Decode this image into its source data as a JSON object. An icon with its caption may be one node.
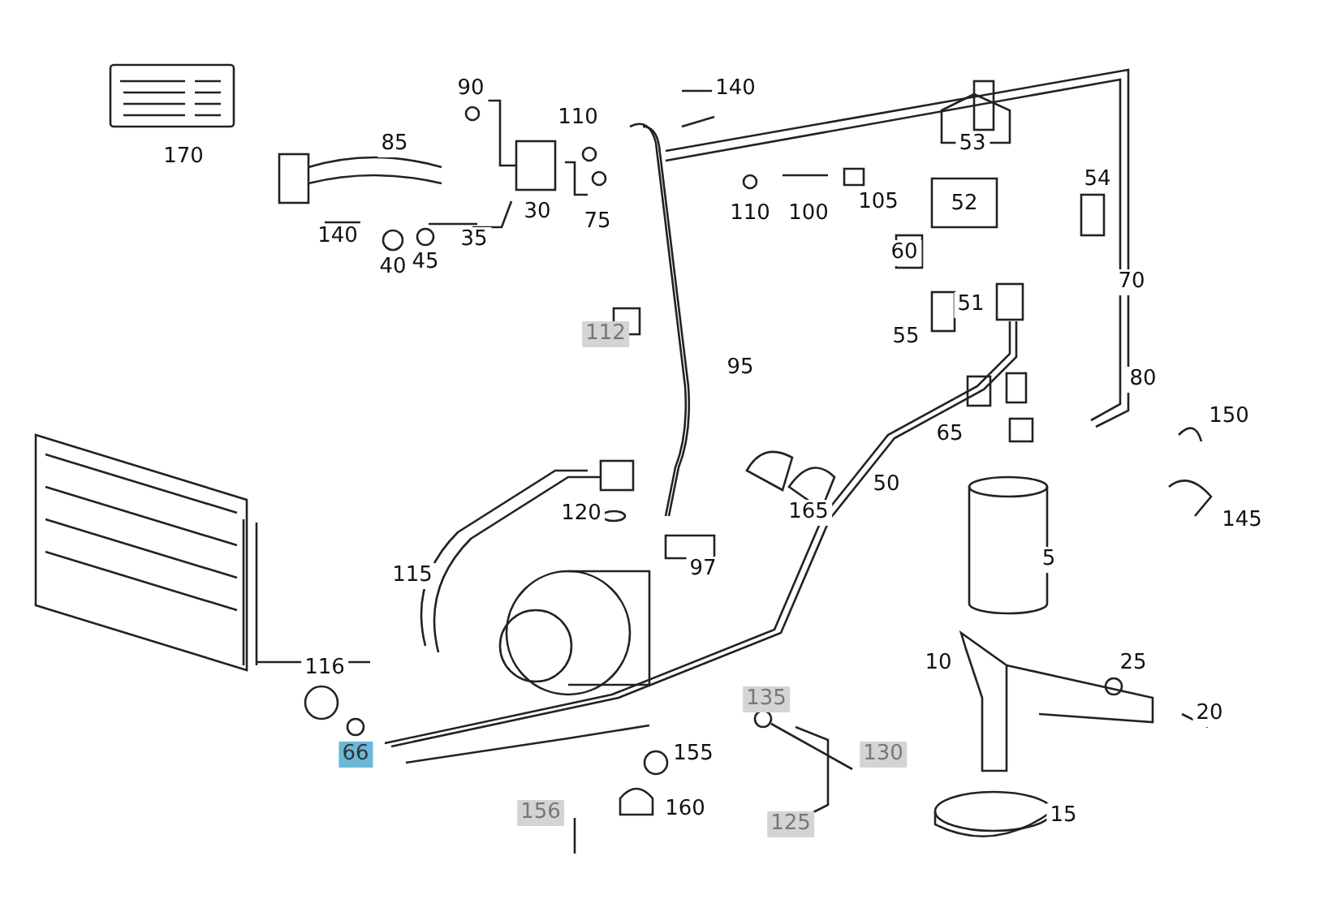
{
  "diagram": {
    "labels": [
      "90",
      "140",
      "110",
      "85",
      "53",
      "54",
      "170",
      "110",
      "100",
      "105",
      "30",
      "75",
      "52",
      "140",
      "35",
      "60",
      "40",
      "45",
      "70",
      "51",
      "112",
      "55",
      "95",
      "80",
      "65",
      "150",
      "50",
      "120",
      "165",
      "145",
      "5",
      "97",
      "115",
      "116",
      "10",
      "25",
      "135",
      "20",
      "66",
      "155",
      "130",
      "156",
      "160",
      "125",
      "15"
    ]
  }
}
